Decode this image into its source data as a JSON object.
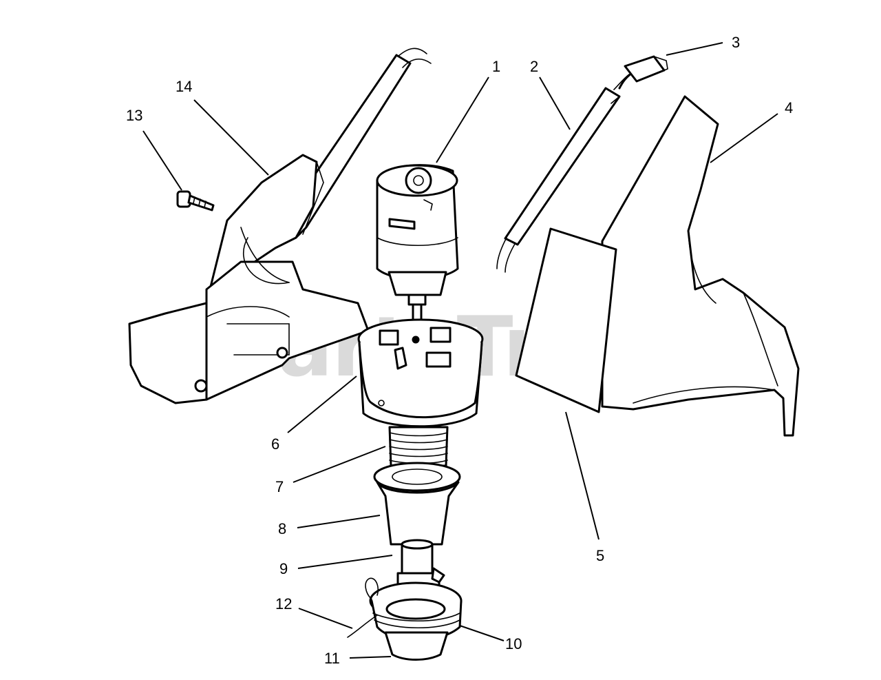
{
  "watermark": {
    "text": "PartsTree",
    "tm": "™"
  },
  "callouts": {
    "c1": "1",
    "c2": "2",
    "c3": "3",
    "c4": "4",
    "c5": "5",
    "c6": "6",
    "c7": "7",
    "c8": "8",
    "c9": "9",
    "c10": "10",
    "c11": "11",
    "c12": "12",
    "c13": "13",
    "c14": "14"
  }
}
